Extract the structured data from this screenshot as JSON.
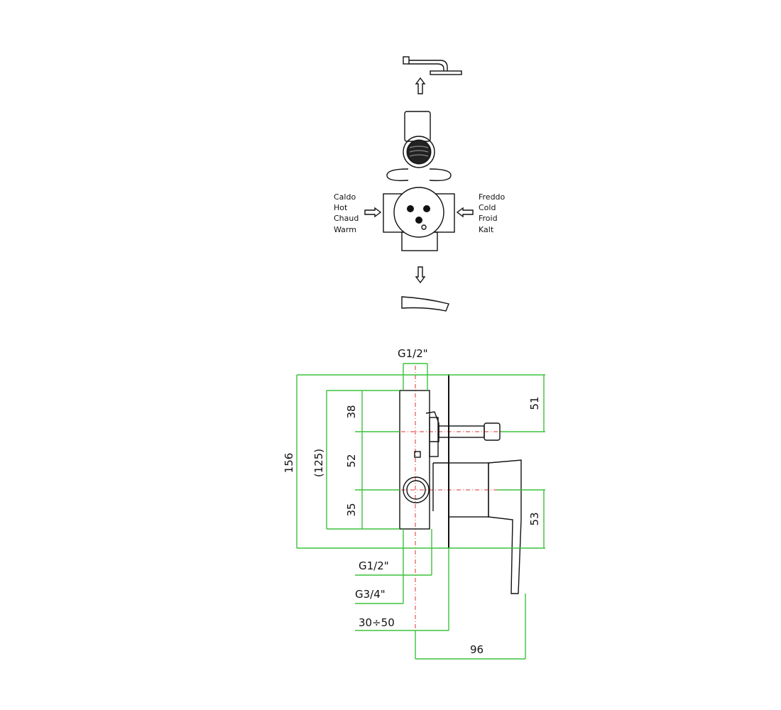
{
  "hot_labels": [
    "Caldo",
    "Hot",
    "Chaud",
    "Warm"
  ],
  "cold_labels": [
    "Freddo",
    "Cold",
    "Froid",
    "Kalt"
  ],
  "dimensions": {
    "top_thread": "G1/2\"",
    "overall_height": "156",
    "body_height": "(125)",
    "upper_spacing": "38",
    "middle_spacing": "52",
    "lower_spacing": "35",
    "right_upper": "51",
    "right_lower": "53",
    "bottom_thread_small": "G1/2\"",
    "bottom_thread_large": "G3/4\"",
    "depth_range": "30÷50",
    "projection": "96"
  },
  "colors": {
    "outline": "#111111",
    "dimension_lines": "#3cc23c",
    "centerlines": "#e03030"
  }
}
